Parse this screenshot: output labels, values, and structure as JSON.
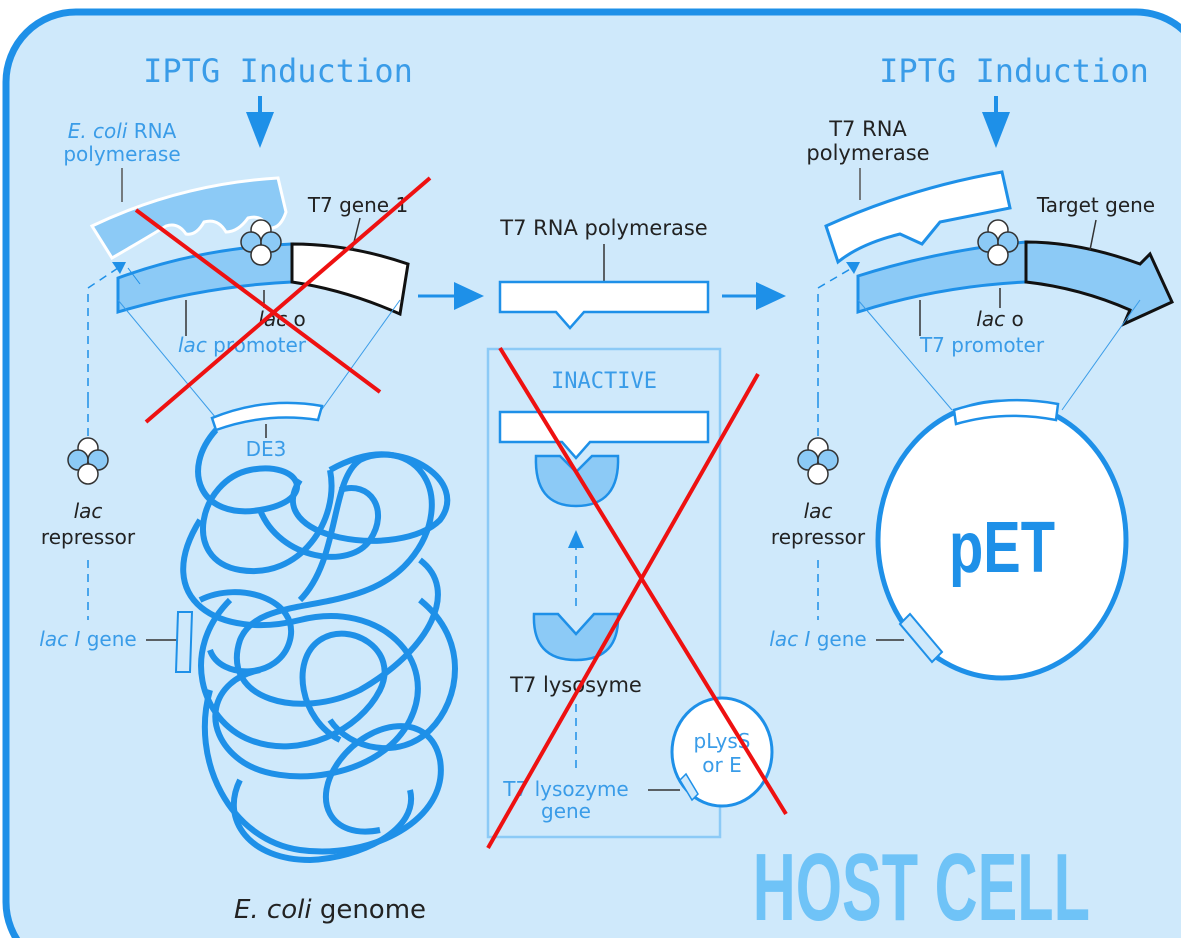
{
  "colors": {
    "cell_fill": "#cfe9fb",
    "cell_border": "#1e90e8",
    "accent": "#1e90e8",
    "dark_text": "#222222",
    "blue_text": "#3a9ce8",
    "light_blue_fill": "#8ccaf6",
    "cross": "#ee1111",
    "host_cell_text": "#6fc3f7"
  },
  "left": {
    "iptg": "IPTG Induction",
    "ecoli_rnap_line1_italic": "E. coli",
    "ecoli_rnap_line1_rest": " RNA",
    "ecoli_rnap_line2": "polymerase",
    "t7_gene_1": "T7 gene 1",
    "lac_o_italic": "lac",
    "lac_o_rest": " o",
    "lac_promoter_italic": "lac",
    "lac_promoter_rest": " promoter",
    "de3": "DE3",
    "lac_repressor_line1": "lac",
    "lac_repressor_line2": "repressor",
    "lacI_gene_italic": "lac I",
    "lacI_gene_rest": " gene",
    "genome_italic": "E. coli",
    "genome_rest": " genome"
  },
  "middle": {
    "t7_rnap": "T7 RNA polymerase",
    "inactive": "INACTIVE",
    "t7_lysosyme": "T7 lysosyme",
    "t7_lysozyme_gene_line1": "T7 lysozyme",
    "t7_lysozyme_gene_line2": "gene",
    "plyss_line1": "pLysS",
    "plyss_line2": "or E"
  },
  "right": {
    "iptg": "IPTG Induction",
    "t7_rnap_line1": "T7 RNA",
    "t7_rnap_line2": "polymerase",
    "target_gene": "Target gene",
    "lac_o_italic": "lac",
    "lac_o_rest": " o",
    "t7_promoter": "T7 promoter",
    "lac_repressor_line1": "lac",
    "lac_repressor_line2": "repressor",
    "lacI_gene_italic": "lac I",
    "lacI_gene_rest": " gene",
    "pet": "pET"
  },
  "host_cell": "HOST CELL"
}
